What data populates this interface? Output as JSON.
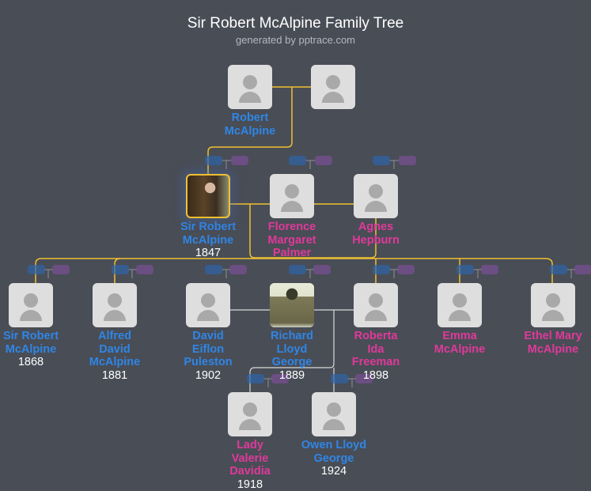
{
  "header": {
    "title": "Sir Robert McAlpine Family Tree",
    "subtitle": "generated by pptrace.com"
  },
  "colors": {
    "background": "#494d56",
    "male": "#2f86e6",
    "female": "#e0399a",
    "line": "#f0c030",
    "selected_border": "#f0c030"
  },
  "people": [
    {
      "id": "robert-sr",
      "name": "Robert\nMcAlpine",
      "gender": "male",
      "year": "",
      "photo": false
    },
    {
      "id": "robert-sr-spouse",
      "name": "",
      "gender": "female",
      "year": "",
      "photo": false
    },
    {
      "id": "sir-robert-1847",
      "name": "Sir Robert\nMcAlpine",
      "gender": "male",
      "year": "1847",
      "photo": true,
      "selected": true
    },
    {
      "id": "florence",
      "name": "Florence\nMargaret\nPalmer",
      "gender": "female",
      "year": "",
      "photo": false
    },
    {
      "id": "agnes",
      "name": "Agnes\nHepburn",
      "gender": "female",
      "year": "",
      "photo": false
    },
    {
      "id": "sir-robert-1868",
      "name": "Sir Robert\nMcAlpine",
      "gender": "male",
      "year": "1868",
      "photo": false
    },
    {
      "id": "alfred",
      "name": "Alfred\nDavid\nMcAlpine",
      "gender": "male",
      "year": "1881",
      "photo": false
    },
    {
      "id": "david",
      "name": "David\nEiflon\nPuleston",
      "gender": "male",
      "year": "1902",
      "photo": false
    },
    {
      "id": "richard",
      "name": "Richard\nLloyd\nGeorge",
      "gender": "male",
      "year": "1889",
      "photo": true
    },
    {
      "id": "roberta",
      "name": "Roberta\nIda\nFreeman",
      "gender": "female",
      "year": "1898",
      "photo": false
    },
    {
      "id": "emma",
      "name": "Emma\nMcAlpine",
      "gender": "female",
      "year": "",
      "photo": false
    },
    {
      "id": "ethel",
      "name": "Ethel Mary\nMcAlpine",
      "gender": "female",
      "year": "",
      "photo": false
    },
    {
      "id": "valerie",
      "name": "Lady\nValerie\nDavidia",
      "gender": "female",
      "year": "1918",
      "photo": false
    },
    {
      "id": "owen",
      "name": "Owen Lloyd\nGeorge",
      "gender": "male",
      "year": "1924",
      "photo": false
    }
  ]
}
